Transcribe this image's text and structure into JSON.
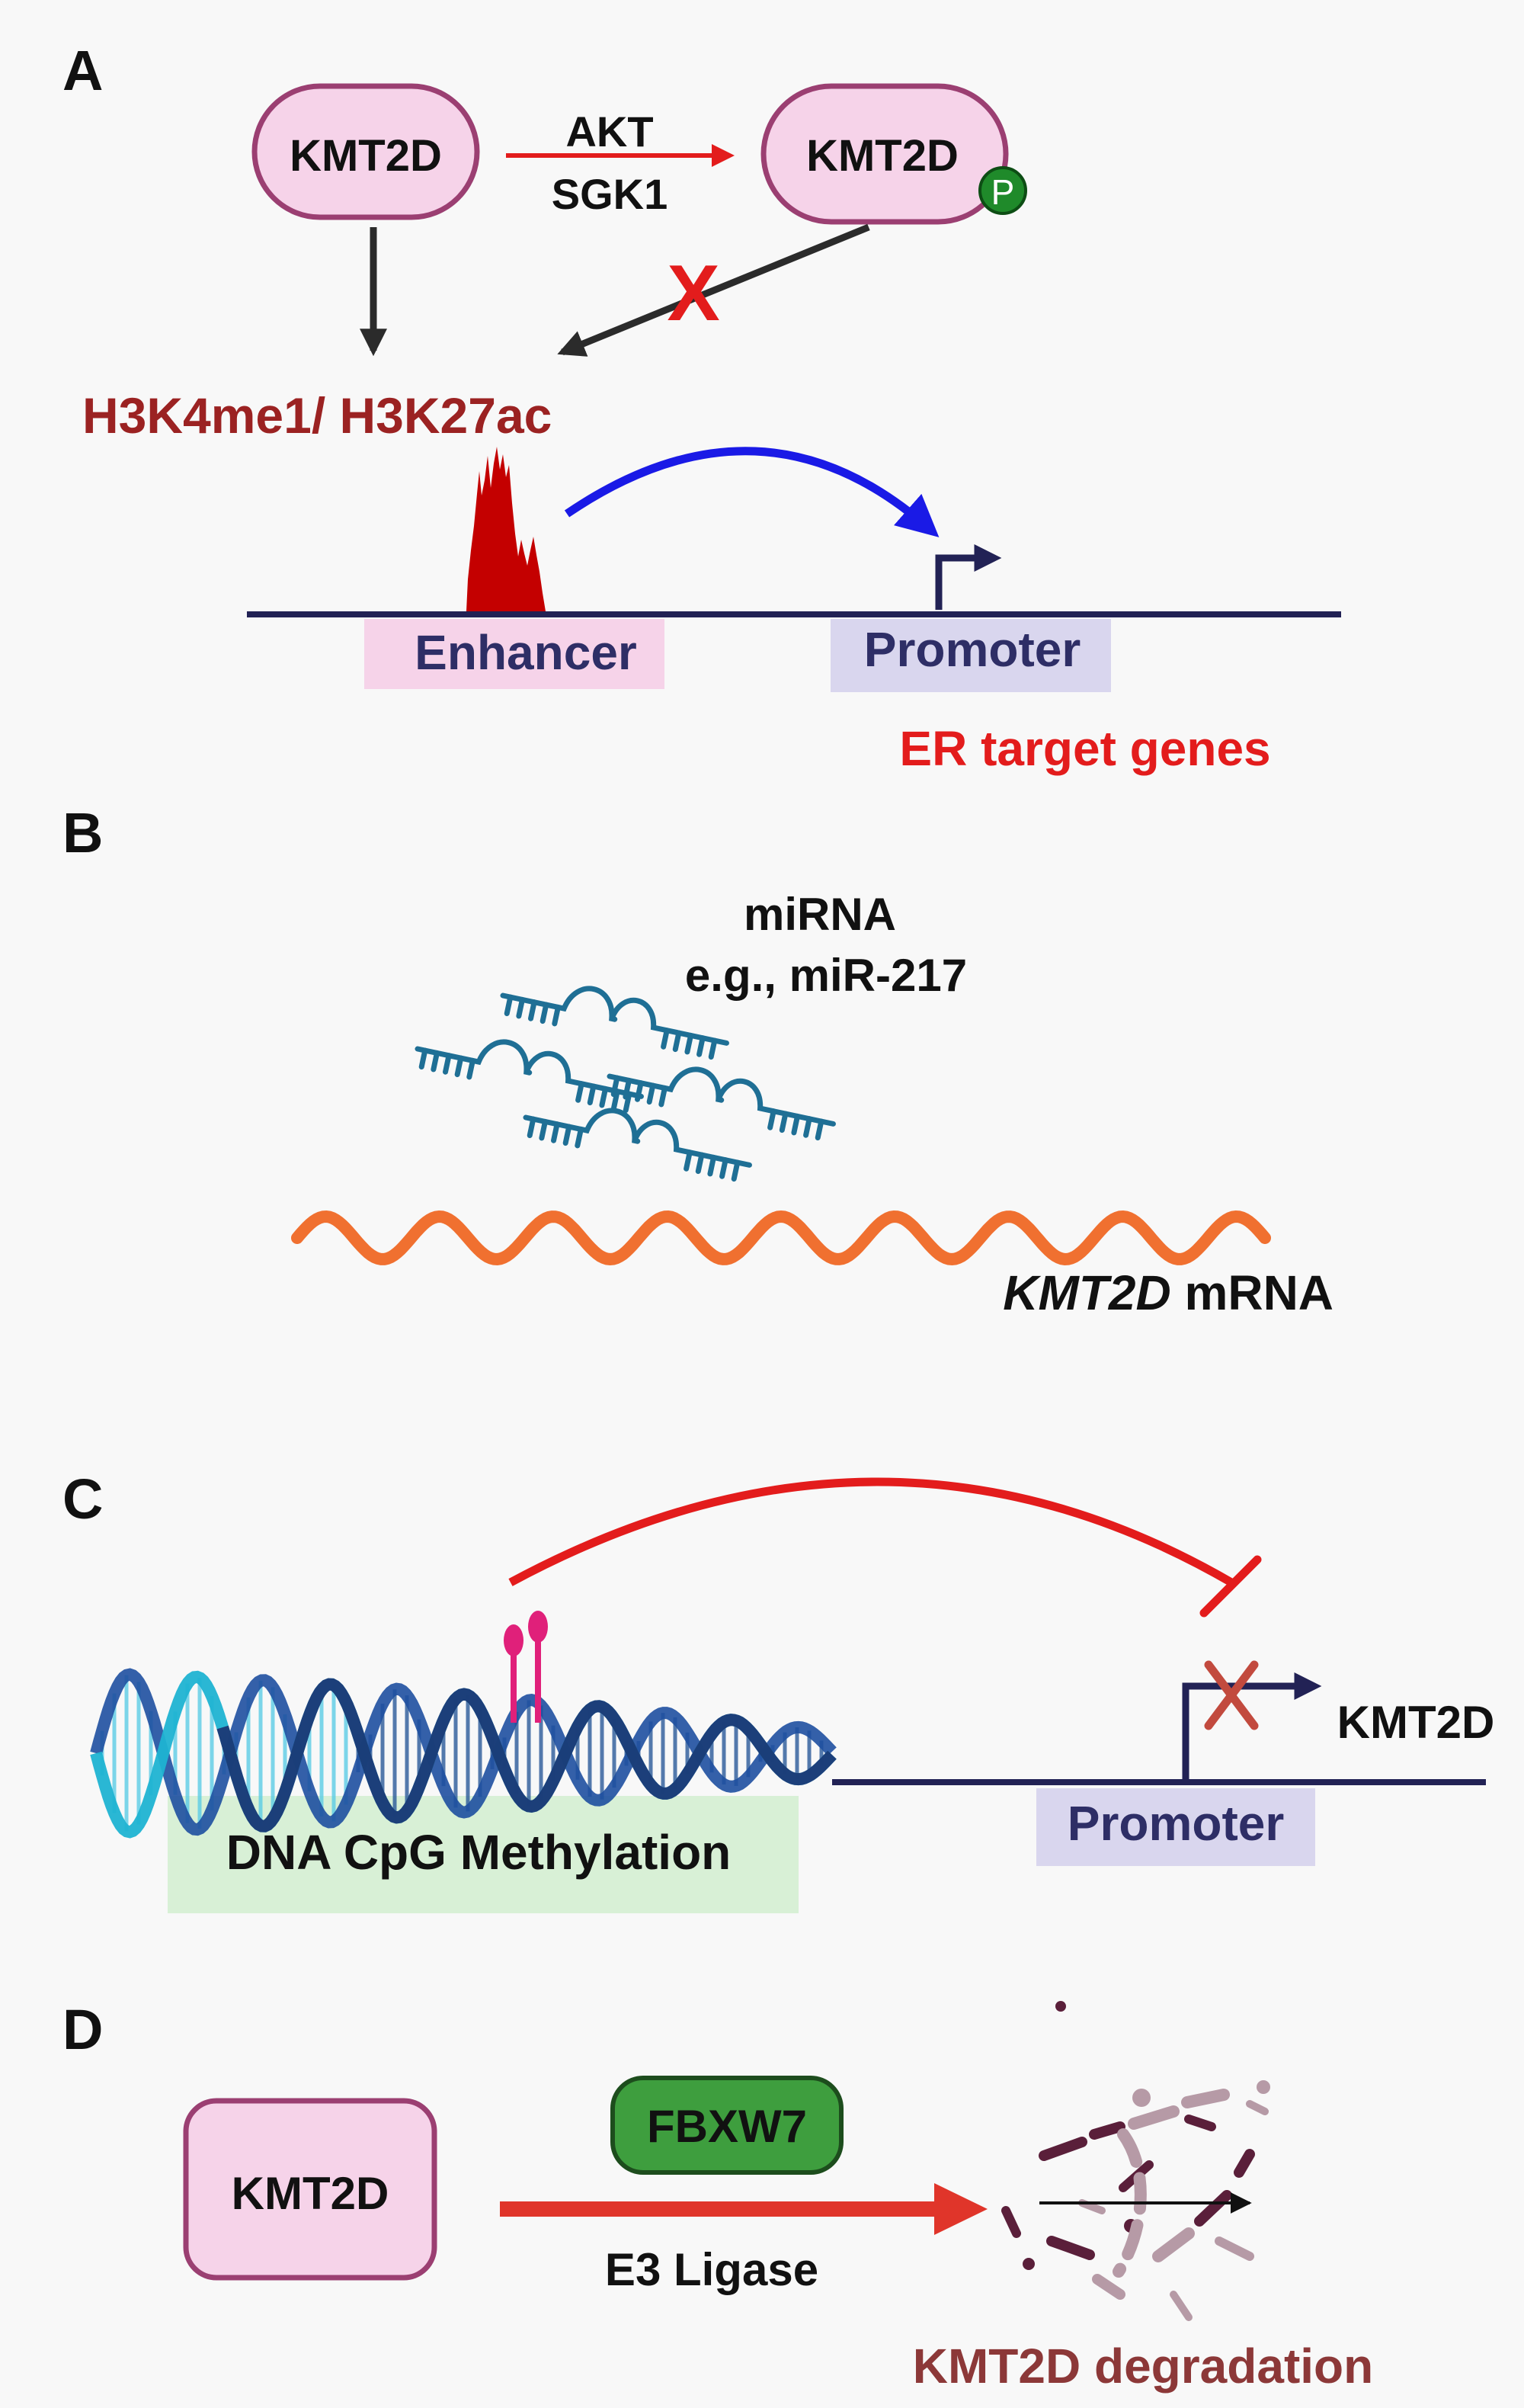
{
  "panel_a": {
    "letter": "A",
    "kmt2d_left": "KMT2D",
    "kinase_1": "AKT",
    "kinase_2": "SGK1",
    "kmt2d_right": "KMT2D",
    "phospho_mark": "P",
    "block_mark": "X",
    "histone_marks": "H3K4me1/ H3K27ac",
    "enhancer": "Enhancer",
    "promoter": "Promoter",
    "target_genes": "ER target genes"
  },
  "panel_b": {
    "letter": "B",
    "mirna_title": "miRNA",
    "mirna_example": "e.g., miR-217",
    "mrna_gene": "KMT2D",
    "mrna_suffix": " mRNA"
  },
  "panel_c": {
    "letter": "C",
    "gene": "KMT2D",
    "promoter": "Promoter",
    "methylation": "DNA CpG Methylation"
  },
  "panel_d": {
    "letter": "D",
    "substrate": "KMT2D",
    "ligase_name": "FBXW7",
    "ligase_type": "E3 Ligase",
    "outcome": "KMT2D degradation"
  },
  "colors": {
    "kmt2d_fill": "#f6d3e9",
    "kmt2d_stroke": "#9b3f72",
    "histone_text": "#9b2222",
    "enhancer_peak": "#c40000",
    "enhancer_bg": "#f6d3e9",
    "promoter_bg": "#d9d6ee",
    "navy": "#222255",
    "red": "#e31c1c",
    "blue_arrow": "#1a1ae6",
    "mirna": "#1f6f95",
    "mrna": "#f07030",
    "methyl_pin": "#e0207a",
    "methyl_bg": "#d8f0d6",
    "ligase_fill": "#3e9e3e",
    "degradation_text": "#8c3838",
    "phospho": "#1f8a2a"
  }
}
